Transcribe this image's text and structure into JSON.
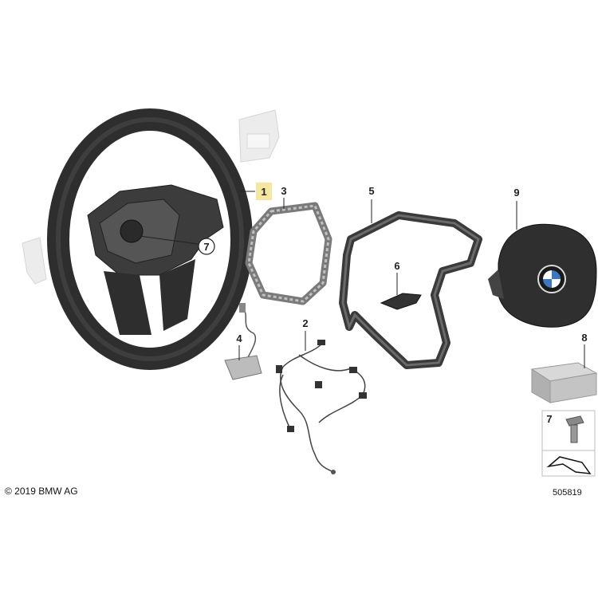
{
  "copyright": "© 2019 BMW AG",
  "diagram_number": "505819",
  "callouts": {
    "c1": "1",
    "c2": "2",
    "c3": "3",
    "c4": "4",
    "c5": "5",
    "c6": "6",
    "c7": "7",
    "c8": "8",
    "c9": "9",
    "c7b": "7"
  },
  "colors": {
    "highlight": "#f5e6a0",
    "wheel_dark": "#2e2e2e",
    "wheel_mid": "#4a4a4a",
    "ghost": "#e4e4e4",
    "box": "#bdbdbd"
  }
}
